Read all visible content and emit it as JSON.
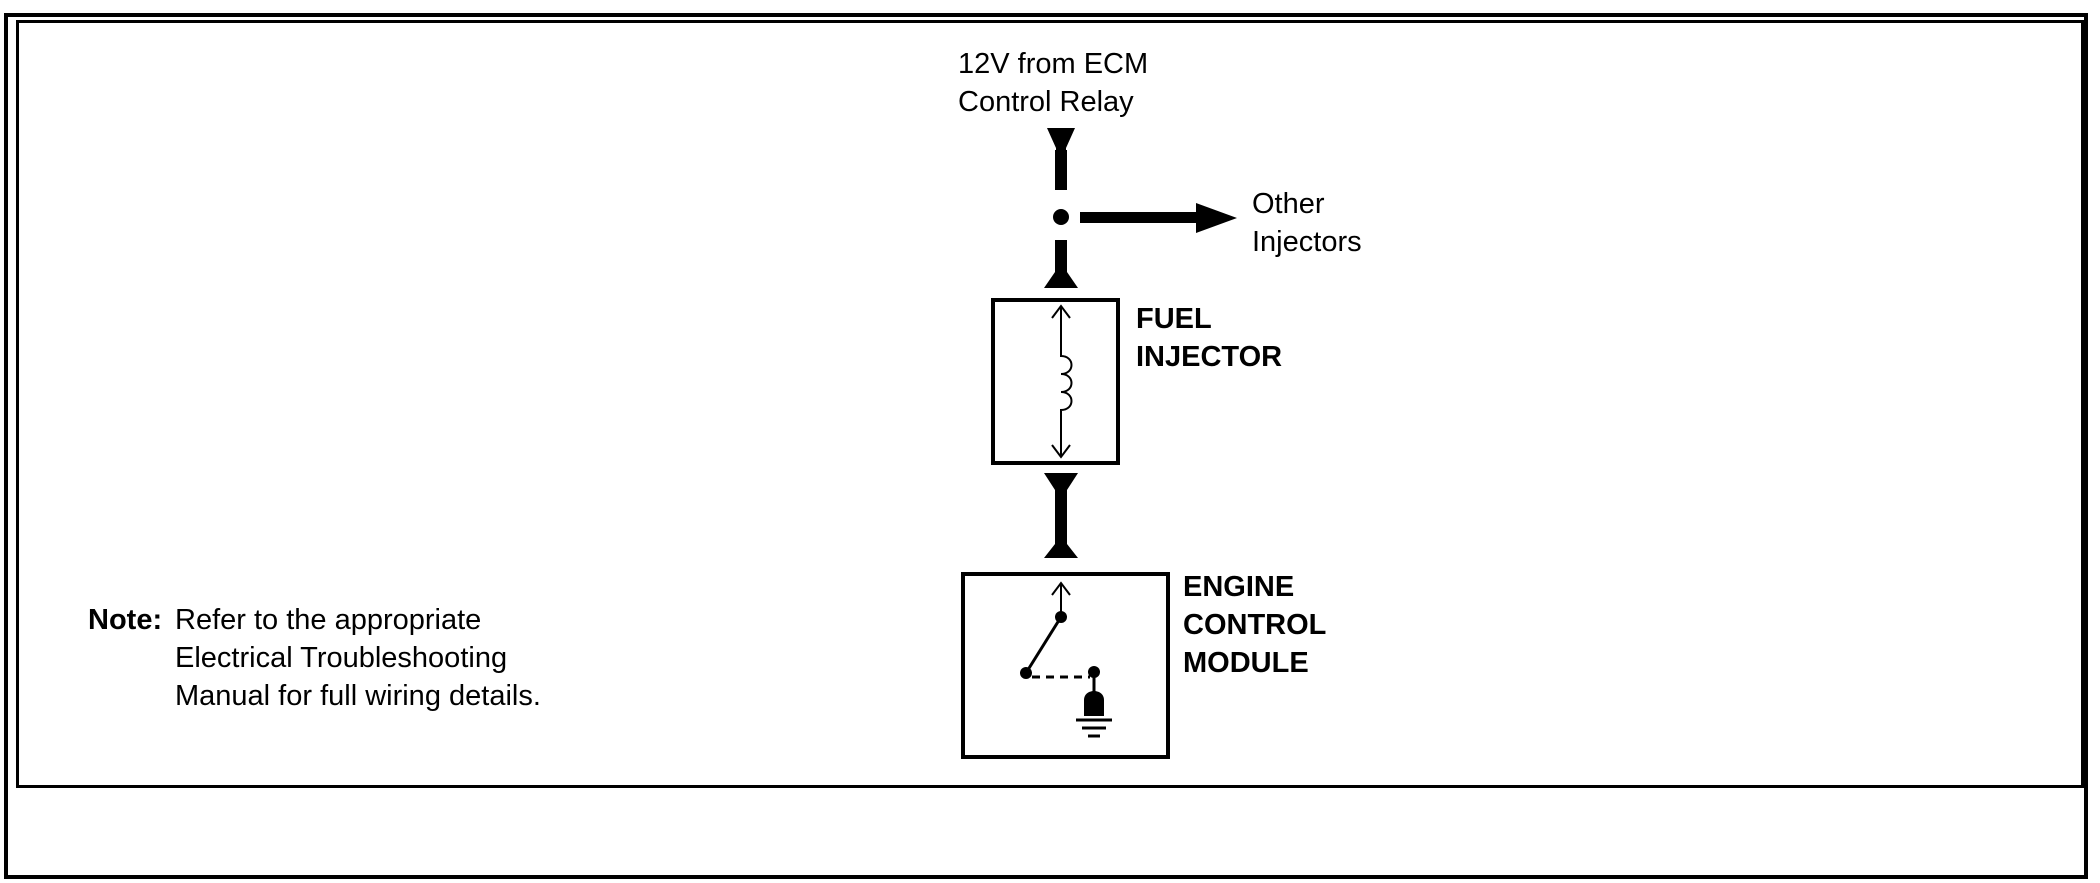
{
  "supply": {
    "line1": "12V from ECM",
    "line2": "Control Relay"
  },
  "branch": {
    "line1": "Other",
    "line2": "Injectors"
  },
  "injector": {
    "line1": "FUEL",
    "line2": "INJECTOR"
  },
  "ecm": {
    "line1": "ENGINE",
    "line2": "CONTROL",
    "line3": "MODULE"
  },
  "note": {
    "label": "Note:",
    "line1": "Refer to the appropriate",
    "line2": "Electrical Troubleshooting",
    "line3": "Manual for full wiring details."
  }
}
